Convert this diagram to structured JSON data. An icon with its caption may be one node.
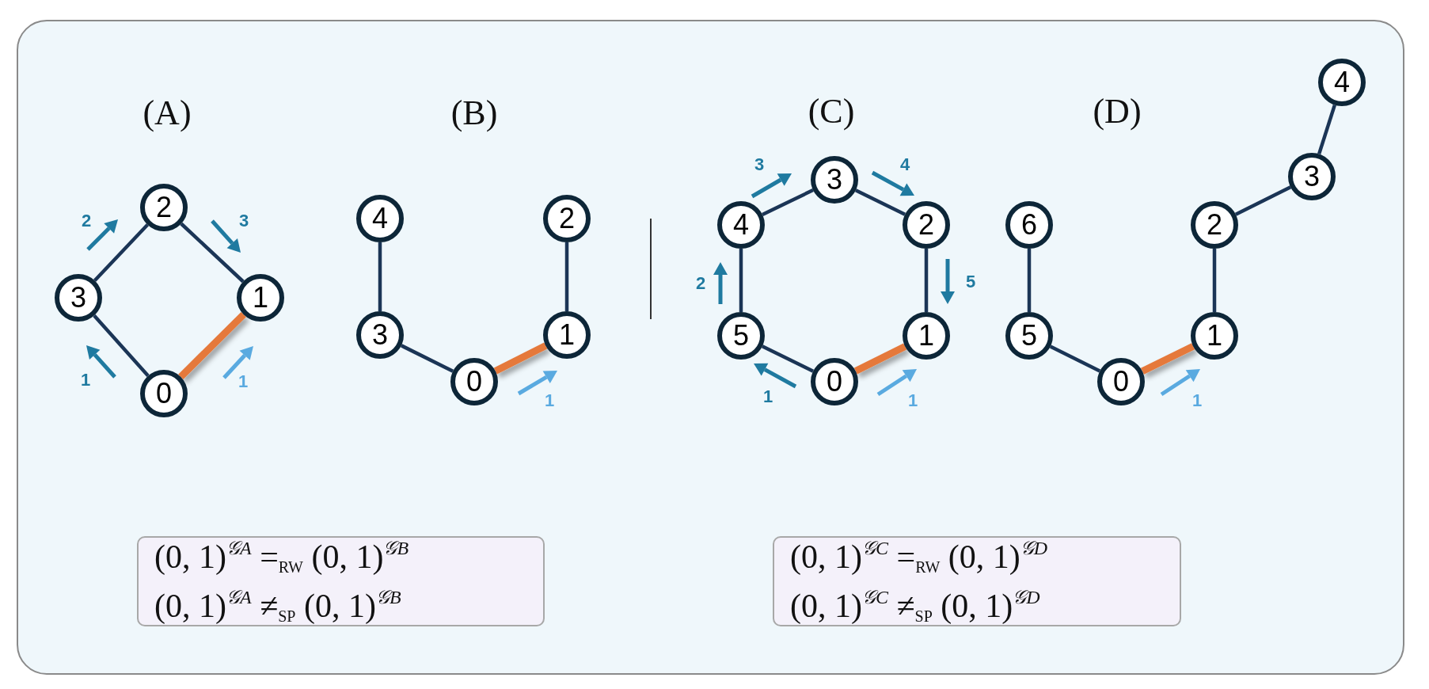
{
  "diagram": {
    "nodes": [
      {
        "text": [
          "0"
        ]
      },
      {
        "text": [
          "1"
        ]
      },
      {
        "text": [
          "2"
        ]
      },
      {
        "text": [
          "3"
        ]
      },
      {
        "text": [
          "0"
        ]
      },
      {
        "text": [
          "1"
        ]
      },
      {
        "text": [
          "2"
        ]
      },
      {
        "text": [
          "3"
        ]
      },
      {
        "text": [
          "4"
        ]
      },
      {
        "text": [
          "0"
        ]
      },
      {
        "text": [
          "1"
        ]
      },
      {
        "text": [
          "2"
        ]
      },
      {
        "text": [
          "3"
        ]
      },
      {
        "text": [
          "4"
        ]
      },
      {
        "text": [
          "5"
        ]
      },
      {
        "text": [
          "0"
        ]
      },
      {
        "text": [
          "1"
        ]
      },
      {
        "text": [
          "2"
        ]
      },
      {
        "text": [
          "3"
        ]
      },
      {
        "text": [
          "4"
        ]
      },
      {
        "text": [
          "5"
        ]
      },
      {
        "text": [
          "6"
        ]
      },
      {
        "text": [
          "(0, 1)$^{𝒢A}$ =$_{RW}$ (0, 1)$^{𝒢B}$",
          "(0, 1)$^{𝒢A}$ ≠$_{SP}$ (0, 1)$^{𝒢B}$"
        ]
      },
      {
        "text": [
          "(0, 1)$^{𝒢C}$ =$_{RW}$ (0, 1)$^{𝒢D}$",
          "(0, 1)$^{𝒢C}$ ≠$_{SP}$ (0, 1)$^{𝒢D}$"
        ]
      }
    ],
    "edges": [
      {
        "from": 0,
        "to": 1,
        "arrow": "none",
        "style": "thick",
        "color": "#e5793b"
      },
      {
        "from": 1,
        "to": 2,
        "arrow": "none"
      },
      {
        "from": 2,
        "to": 3,
        "arrow": "none"
      },
      {
        "from": 3,
        "to": 0,
        "arrow": "none"
      },
      {
        "from": 7,
        "to": 8,
        "arrow": "none"
      },
      {
        "from": 7,
        "to": 4,
        "arrow": "none"
      },
      {
        "from": 4,
        "to": 5,
        "arrow": "none",
        "style": "thick",
        "color": "#e5793b"
      },
      {
        "from": 5,
        "to": 6,
        "arrow": "none"
      },
      {
        "from": 9,
        "to": 10,
        "arrow": "none",
        "style": "thick",
        "color": "#e5793b"
      },
      {
        "from": 10,
        "to": 11,
        "arrow": "none"
      },
      {
        "from": 11,
        "to": 12,
        "arrow": "none"
      },
      {
        "from": 12,
        "to": 13,
        "arrow": "none"
      },
      {
        "from": 13,
        "to": 14,
        "arrow": "none"
      },
      {
        "from": 14,
        "to": 9,
        "arrow": "none"
      },
      {
        "from": 21,
        "to": 20,
        "arrow": "none"
      },
      {
        "from": 20,
        "to": 15,
        "arrow": "none"
      },
      {
        "from": 15,
        "to": 16,
        "arrow": "none",
        "style": "thick",
        "color": "#e5793b"
      },
      {
        "from": 16,
        "to": 17,
        "arrow": "none"
      },
      {
        "from": 17,
        "to": 18,
        "arrow": "none"
      },
      {
        "from": 18,
        "to": 19,
        "arrow": "none"
      }
    ],
    "labels": [
      "(A)",
      "(B)",
      "(C)",
      "(D)",
      "2",
      "3",
      "1",
      "1",
      "1",
      "3",
      "4",
      "2",
      "5",
      "1",
      "1",
      "1"
    ]
  }
}
